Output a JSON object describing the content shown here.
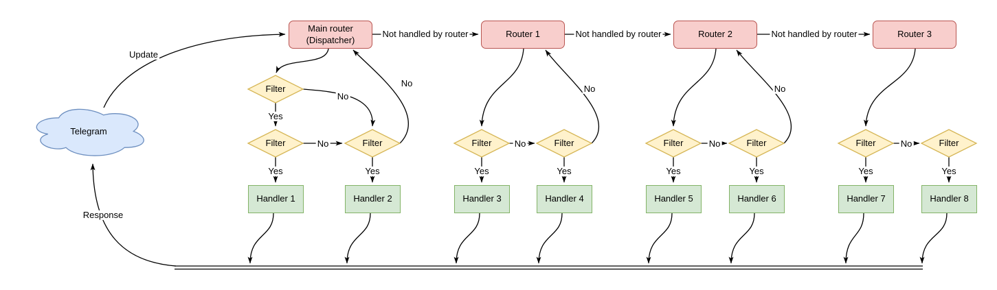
{
  "diagram_type": "flowchart",
  "nodes": {
    "telegram": "Telegram",
    "main_router": {
      "line1": "Main router",
      "line2": "(Dispatcher)"
    },
    "routers": [
      "Router 1",
      "Router 2",
      "Router 3"
    ],
    "filter_label": "Filter",
    "handlers": [
      "Handler 1",
      "Handler 2",
      "Handler 3",
      "Handler 4",
      "Handler 5",
      "Handler 6",
      "Handler 7",
      "Handler 8"
    ]
  },
  "edge_labels": {
    "update": "Update",
    "response": "Response",
    "not_handled": "Not handled by router",
    "yes": "Yes",
    "no": "No"
  },
  "colors": {
    "router_fill": "#f8cecc",
    "router_stroke": "#b85450",
    "filter_fill": "#fff2cc",
    "filter_stroke": "#d6b656",
    "handler_fill": "#d5e8d4",
    "handler_stroke": "#82b366",
    "cloud_fill": "#dae8fc",
    "cloud_stroke": "#6c8ebf",
    "edge_stroke": "#000000",
    "background": "#ffffff"
  }
}
